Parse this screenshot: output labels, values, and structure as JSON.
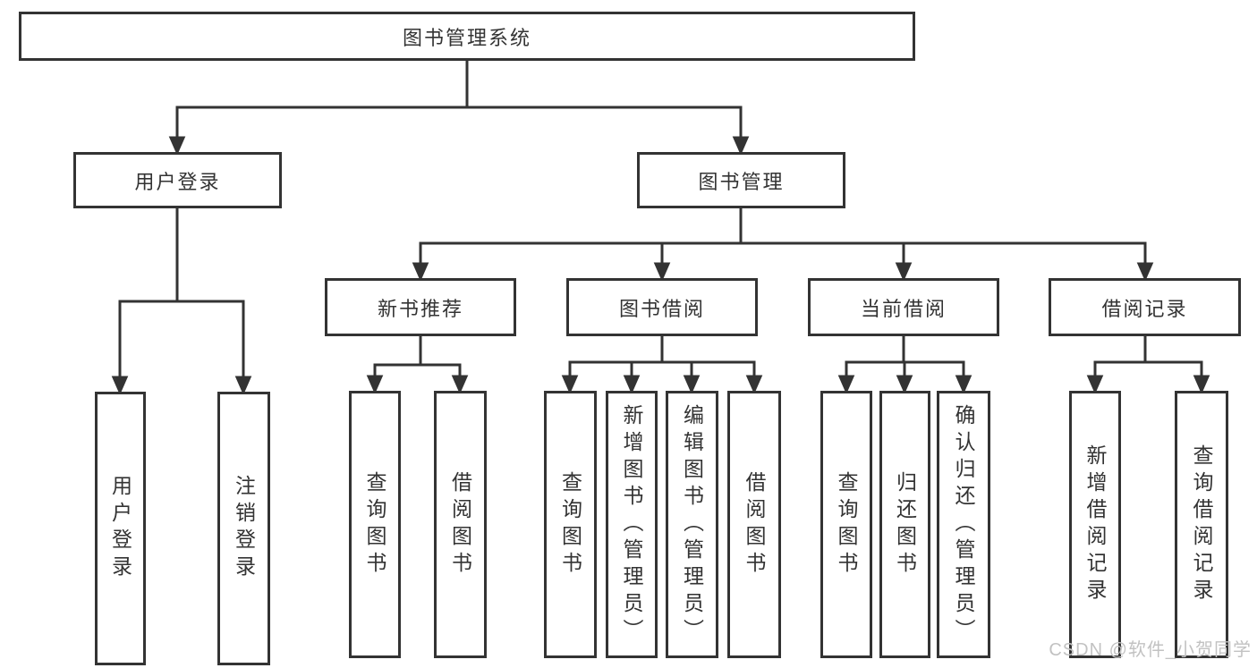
{
  "diagram": {
    "nodes": {
      "root": {
        "label": "图书管理系统"
      },
      "level2": [
        {
          "id": "user-login",
          "label": "用户登录"
        },
        {
          "id": "book-management",
          "label": "图书管理"
        }
      ],
      "level3": [
        {
          "id": "new-book-recommend",
          "label": "新书推荐"
        },
        {
          "id": "book-borrowing",
          "label": "图书借阅"
        },
        {
          "id": "current-borrowing",
          "label": "当前借阅"
        },
        {
          "id": "borrowing-records",
          "label": "借阅记录"
        }
      ],
      "leaves": {
        "user_login": [
          "用户登录",
          "注销登录"
        ],
        "new_book_recommend": [
          "查询图书",
          "借阅图书"
        ],
        "book_borrowing": [
          "查询图书",
          "新增图书（管理员）",
          "编辑图书（管理员）",
          "借阅图书"
        ],
        "current_borrowing": [
          "查询图书",
          "归还图书",
          "确认归还（管理员）"
        ],
        "borrowing_records": [
          "新增借阅记录",
          "查询借阅记录"
        ]
      }
    },
    "colors": {
      "line": "#333333",
      "box_border": "#333333",
      "text": "#333333",
      "background": "#ffffff",
      "watermark": "#c2c2c2"
    }
  },
  "watermark": {
    "text": "CSDN @软件_小贺同学"
  }
}
